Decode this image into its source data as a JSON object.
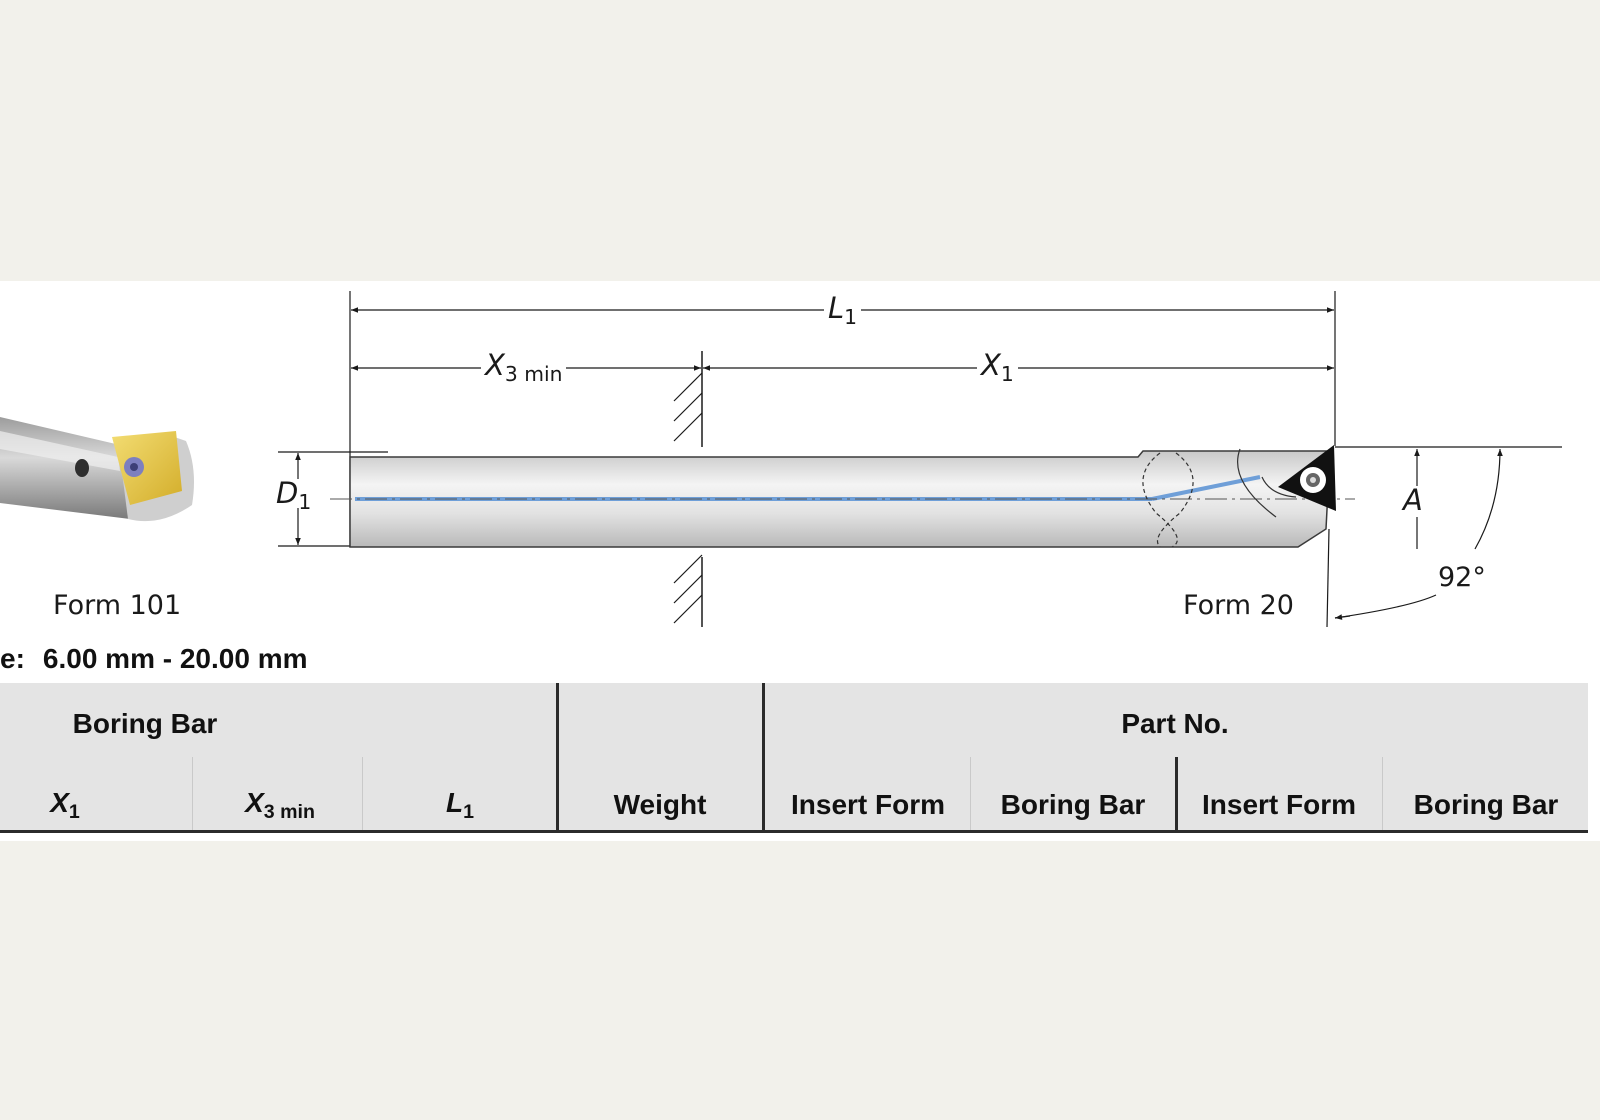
{
  "drawing": {
    "dimensions": {
      "L": "L",
      "L_sub": "1",
      "X3": "X",
      "X3_sub": "3 min",
      "X1": "X",
      "X1_sub": "1",
      "D": "D",
      "D_sub": "1",
      "A": "A",
      "angle": "92°"
    },
    "labels": {
      "form_left": "Form 101",
      "form_right": "Form 20"
    },
    "colors": {
      "coolant": "#6f9fd8",
      "insert_left": "#e8c94a",
      "bar_body": "#e6e6e6"
    }
  },
  "size_range": {
    "prefix": "e:",
    "value": "6.00 mm - 20.00 mm"
  },
  "table": {
    "group_headers": {
      "boring_bar": "Boring Bar",
      "part_no": "Part No."
    },
    "columns": {
      "x1": "X",
      "x1_sub": "1",
      "x3": "X",
      "x3_sub": "3 min",
      "l1": "L",
      "l1_sub": "1",
      "weight": "Weight",
      "insert_form_1": "Insert Form",
      "boring_bar_1": "Boring Bar",
      "insert_form_2": "Insert Form",
      "boring_bar_2": "Boring Bar"
    }
  }
}
